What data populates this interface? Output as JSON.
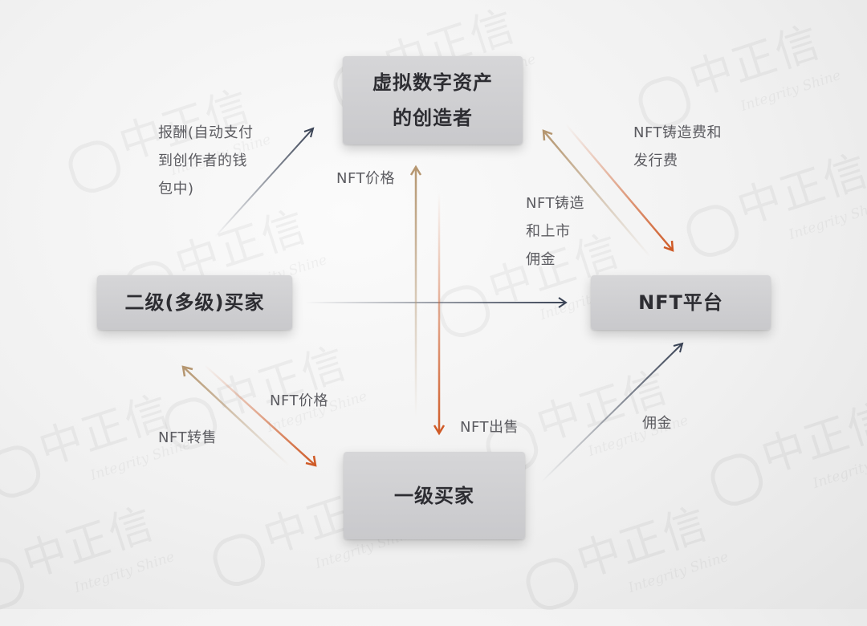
{
  "watermark": {
    "text_cn": "中正信",
    "text_en": "Integrity Shine"
  },
  "nodes": {
    "creator": "虚拟数字资产\n的创造者",
    "platform": "NFT平台",
    "secondary_buyer": "二级(多级)买家",
    "primary_buyer": "一级买家"
  },
  "labels": {
    "royalty": "报酬(自动支付\n到创作者的钱\n包中)",
    "mint_fee": "NFT铸造费和\n发行费",
    "price_to_creator": "NFT价格",
    "mint_listing_commission": "NFT铸造\n和上市\n佣金",
    "sale": "NFT出售",
    "price_to_primary": "NFT价格",
    "transfer": "NFT转售",
    "commission": "佣金"
  },
  "colors": {
    "node_bg": "#cfcfd2",
    "node_text": "#2d2d32",
    "label_text": "#5b5b60",
    "arrow_navy": "#3b4456",
    "arrow_orange": "#cf5a26",
    "arrow_gold": "#b59670"
  }
}
